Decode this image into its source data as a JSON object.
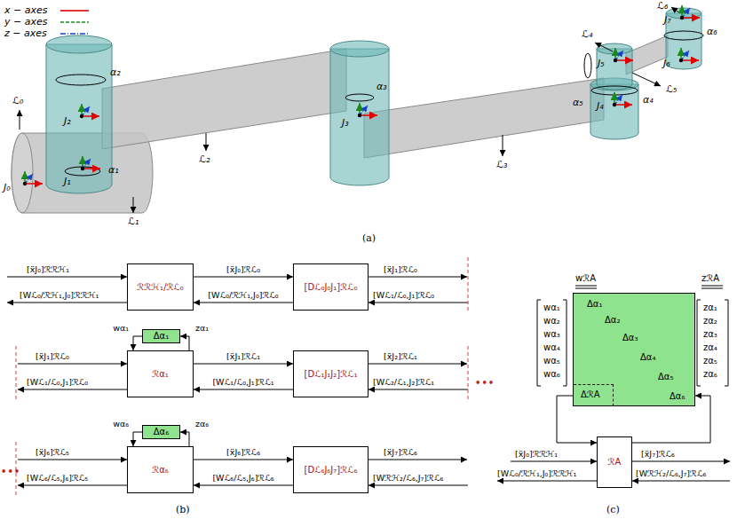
{
  "diagram": {
    "nodes": [
      {
        "text": [
          "ℛℛℋ₁/ℛℒ₀"
        ]
      },
      {
        "text": [
          "[Dℒ₀J₀J₁]ℛℒ₀"
        ]
      },
      {
        "text": [
          "Δα₁"
        ]
      },
      {
        "text": [
          "ℛα₁"
        ]
      },
      {
        "text": [
          "[Dℒ₁J₁J₂]ℛℒ₁"
        ]
      },
      {
        "text": [
          "Δα₆"
        ]
      },
      {
        "text": [
          "ℛα₆"
        ]
      },
      {
        "text": [
          "[Dℒ₆J₆J₇]ℛℒ₆"
        ]
      },
      {
        "text": [
          "Δα₁",
          "Δα₂",
          "Δα₃",
          "Δα₄",
          "Δα₅",
          "Δα₆",
          "ΔℛA"
        ]
      },
      {
        "text": [
          "ℛA"
        ]
      }
    ],
    "edges": [
      {
        "from": 0,
        "to": 1,
        "arrow": "to",
        "label": "[ẍJ₀]ℛℒ₀"
      },
      {
        "from": 1,
        "to": 0,
        "arrow": "to",
        "label": "[Wℒ₀/ℛℋ₁,J₀]ℛℒ₀"
      },
      {
        "from": 3,
        "to": 4,
        "arrow": "to",
        "label": "[ẍJ₁]ℛℒ₁"
      },
      {
        "from": 4,
        "to": 3,
        "arrow": "to",
        "label": "[Wℒ₁/ℒ₀,J₁]ℛℒ₁"
      },
      {
        "from": 2,
        "to": 3,
        "arrow": "to",
        "label": "wα₁"
      },
      {
        "from": 3,
        "to": 2,
        "arrow": "to",
        "label": "zα₁"
      },
      {
        "from": 6,
        "to": 7,
        "arrow": "to",
        "label": "[ẍJ₆]ℛℒ₆"
      },
      {
        "from": 7,
        "to": 6,
        "arrow": "to",
        "label": "[Wℒ₆/ℒ₅,J₆]ℛℒ₆"
      },
      {
        "from": 5,
        "to": 6,
        "arrow": "to",
        "label": "wα₆"
      },
      {
        "from": 6,
        "to": 5,
        "arrow": "to",
        "label": "zα₆"
      },
      {
        "from": 8,
        "to": 9,
        "arrow": "to"
      },
      {
        "from": 9,
        "to": 8,
        "arrow": "to"
      }
    ],
    "labels": [
      "(a)",
      "J₀",
      "J₁",
      "J₂",
      "J₃",
      "J₄",
      "J₅",
      "J₆",
      "J₇",
      "ℒ₀",
      "ℒ₁",
      "ℒ₂",
      "ℒ₃",
      "ℒ₄",
      "ℒ₅",
      "ℒ₆",
      "α₁",
      "α₂",
      "α₃",
      "α₄",
      "α₅",
      "α₆",
      "[ẍJ₀]ℛℛℋ₁",
      "[Wℒ₀/ℛℋ₁,J₀]ℛℛℋ₁",
      "[ẍJ₁]ℛℒ₀",
      "[Wℒ₁/ℒ₀,J₁]ℛℒ₀",
      "[ẍJ₁]ℛℒ₀",
      "[Wℒ₁/ℒ₀,J₁]ℛℒ₀",
      "[ẍJ₂]ℛℒ₁",
      "[Wℒ₂/ℒ₁,J₂]ℛℒ₁",
      "•••",
      "[ẍJ₆]ℛℒ₅",
      "[Wℒ₆/ℒ₅,J₆]ℛℒ₅",
      "[ẍJ₇]ℛℒ₆",
      "[Wℛℋ₂/ℒ₆,J₇]ℛℒ₆",
      "•••",
      "(b)",
      "wℛA",
      "zℛA",
      "wα₁",
      "wα₂",
      "wα₃",
      "wα₄",
      "wα₅",
      "wα₆",
      "zα₁",
      "zα₂",
      "zα₃",
      "zα₄",
      "zα₅",
      "zα₆",
      "[ẍJ₀]ℛℛℋ₁",
      "[Wℒ₀/ℛℋ₁,J₀]ℛℛℋ₁",
      "[ẍJ₇]ℛℒ₆",
      "[Wℛℋ₂/ℒ₆,J₇]ℛℒ₆",
      "(c)"
    ],
    "legend": [
      {
        "text": "x − axes"
      },
      {
        "text": "y − axes"
      },
      {
        "text": "z − axes"
      }
    ]
  }
}
